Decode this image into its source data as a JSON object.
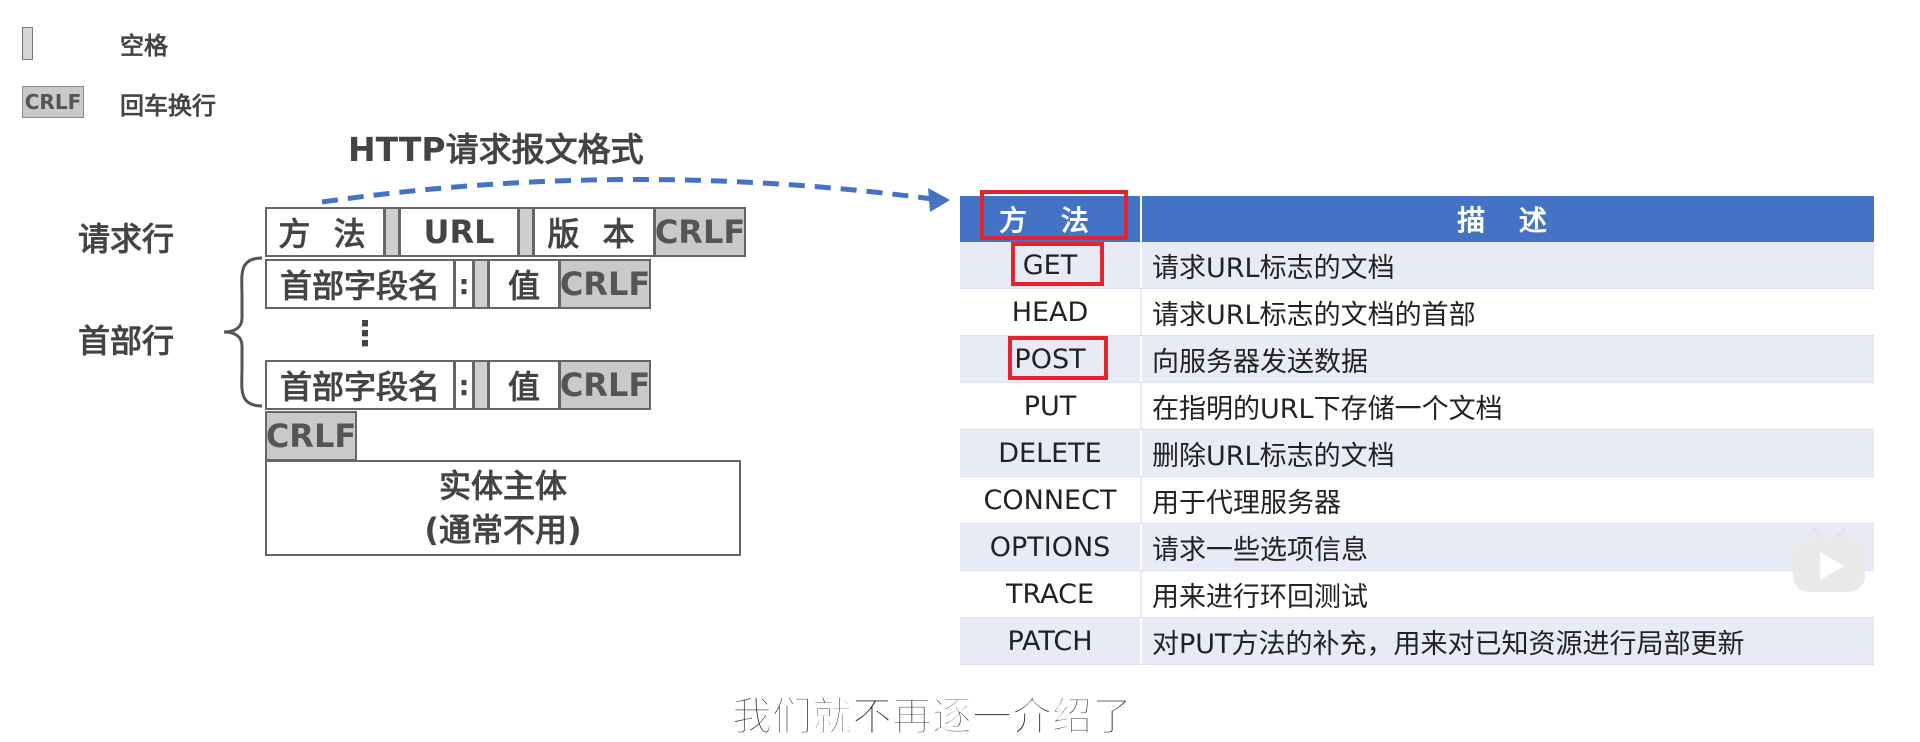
{
  "legend": {
    "space_label": "空格",
    "crlf_box": "CRLF",
    "crlf_label": "回车换行"
  },
  "diagram": {
    "title": "HTTP请求报文格式",
    "request_line_label": "请求行",
    "header_lines_label": "首部行",
    "method_cell": "方 法",
    "url_cell": "URL",
    "version_cell": "版 本",
    "crlf": "CRLF",
    "header_name": "首部字段名",
    "colon": ":",
    "value": "值",
    "ellipsis": "⋮",
    "body_line1": "实体主体",
    "body_line2": "(通常不用)"
  },
  "table": {
    "headers": [
      "方 法",
      "描 述"
    ],
    "rows": [
      {
        "method": "GET",
        "desc": "请求URL标志的文档"
      },
      {
        "method": "HEAD",
        "desc": "请求URL标志的文档的首部"
      },
      {
        "method": "POST",
        "desc": "向服务器发送数据"
      },
      {
        "method": "PUT",
        "desc": "在指明的URL下存储一个文档"
      },
      {
        "method": "DELETE",
        "desc": "删除URL标志的文档"
      },
      {
        "method": "CONNECT",
        "desc": "用于代理服务器"
      },
      {
        "method": "OPTIONS",
        "desc": "请求一些选项信息"
      },
      {
        "method": "TRACE",
        "desc": "用来进行环回测试"
      },
      {
        "method": "PATCH",
        "desc": "对PUT方法的补充，用来对已知资源进行局部更新"
      }
    ],
    "highlighted": [
      "方 法",
      "GET",
      "POST"
    ],
    "header_color": "#4472c4",
    "highlight_color": "#e32330"
  },
  "subtitle": "我们就不再逐一介绍了。",
  "overlay": {
    "icon": "video-play-icon"
  }
}
